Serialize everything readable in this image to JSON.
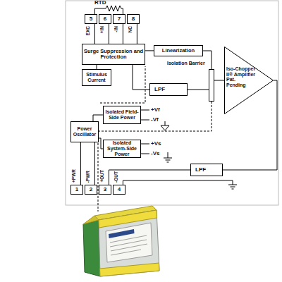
{
  "diagram": {
    "nodes": [
      {
        "text": [
          "5",
          "EXC"
        ]
      },
      {
        "text": [
          "6",
          "+IN"
        ]
      },
      {
        "text": [
          "7",
          "-IN"
        ]
      },
      {
        "text": [
          "8",
          "NC"
        ]
      },
      {
        "text": [
          "Surge Suppression and Protection"
        ]
      },
      {
        "text": [
          "Linearization"
        ]
      },
      {
        "text": [
          "Stimulus Current"
        ]
      },
      {
        "text": [
          "LPF"
        ]
      },
      {
        "text": [
          "Isolation Barrier"
        ]
      },
      {
        "text": [
          "Iso-Chopper II® Amplifier Pat. Pending"
        ]
      },
      {
        "text": [
          "Isolated Field-Side Power"
        ]
      },
      {
        "text": [
          "Power Oscillator"
        ]
      },
      {
        "text": [
          "Isolated System-Side Power"
        ]
      },
      {
        "text": [
          "LPF"
        ]
      },
      {
        "text": [
          "1",
          "+PWR"
        ]
      },
      {
        "text": [
          "2",
          "-PWR"
        ]
      },
      {
        "text": [
          "3",
          "+OUT"
        ]
      },
      {
        "text": [
          "4",
          "-OUT"
        ]
      }
    ],
    "edges": [
      {
        "from": 0,
        "to": 4,
        "arrow": "none"
      },
      {
        "from": 1,
        "to": 4,
        "arrow": "none"
      },
      {
        "from": 2,
        "to": 4,
        "arrow": "none"
      },
      {
        "from": 3,
        "to": 4,
        "arrow": "none"
      },
      {
        "from": 4,
        "to": 5,
        "arrow": "none"
      },
      {
        "from": 5,
        "to": 8,
        "arrow": "none"
      },
      {
        "from": 6,
        "to": 4,
        "arrow": "none"
      },
      {
        "from": 4,
        "to": 7,
        "arrow": "none"
      },
      {
        "from": 7,
        "to": 8,
        "arrow": "none"
      },
      {
        "from": 8,
        "to": 9,
        "arrow": "none"
      },
      {
        "from": 9,
        "to": 13,
        "arrow": "none"
      },
      {
        "from": 13,
        "to": 16,
        "arrow": "none"
      },
      {
        "from": 11,
        "to": 14,
        "arrow": "none"
      },
      {
        "from": 11,
        "to": 15,
        "arrow": "none"
      },
      {
        "from": 11,
        "to": 10,
        "arrow": "none"
      },
      {
        "from": 11,
        "to": 12,
        "arrow": "none"
      }
    ],
    "labels": [
      "RTD",
      "+Vf",
      "-Vf",
      "+Vs",
      "-Vs"
    ]
  }
}
